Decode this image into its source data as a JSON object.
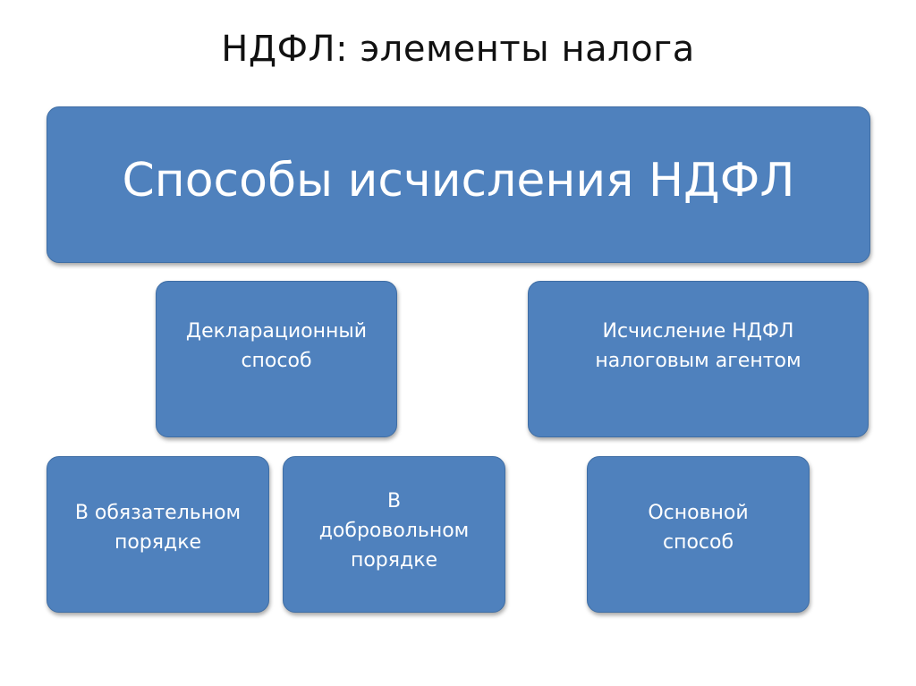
{
  "slide": {
    "title": "НДФЛ: элементы налога"
  },
  "diagram": {
    "root": {
      "label": "Способы исчисления  НДФЛ"
    },
    "declaration_method": {
      "label": "Декларационный\nспособ"
    },
    "agent_method": {
      "label": "Исчисление НДФЛ\nналоговым агентом"
    },
    "mandatory": {
      "label": "В обязательном\nпорядке"
    },
    "voluntary": {
      "label": "В\nдобровольном\nпорядке"
    },
    "main_method": {
      "label": "Основной\nспособ"
    }
  },
  "colors": {
    "box_fill": "#4f81bd",
    "box_border": "#3f6ea5",
    "box_text": "#ffffff",
    "title_text": "#111111"
  }
}
